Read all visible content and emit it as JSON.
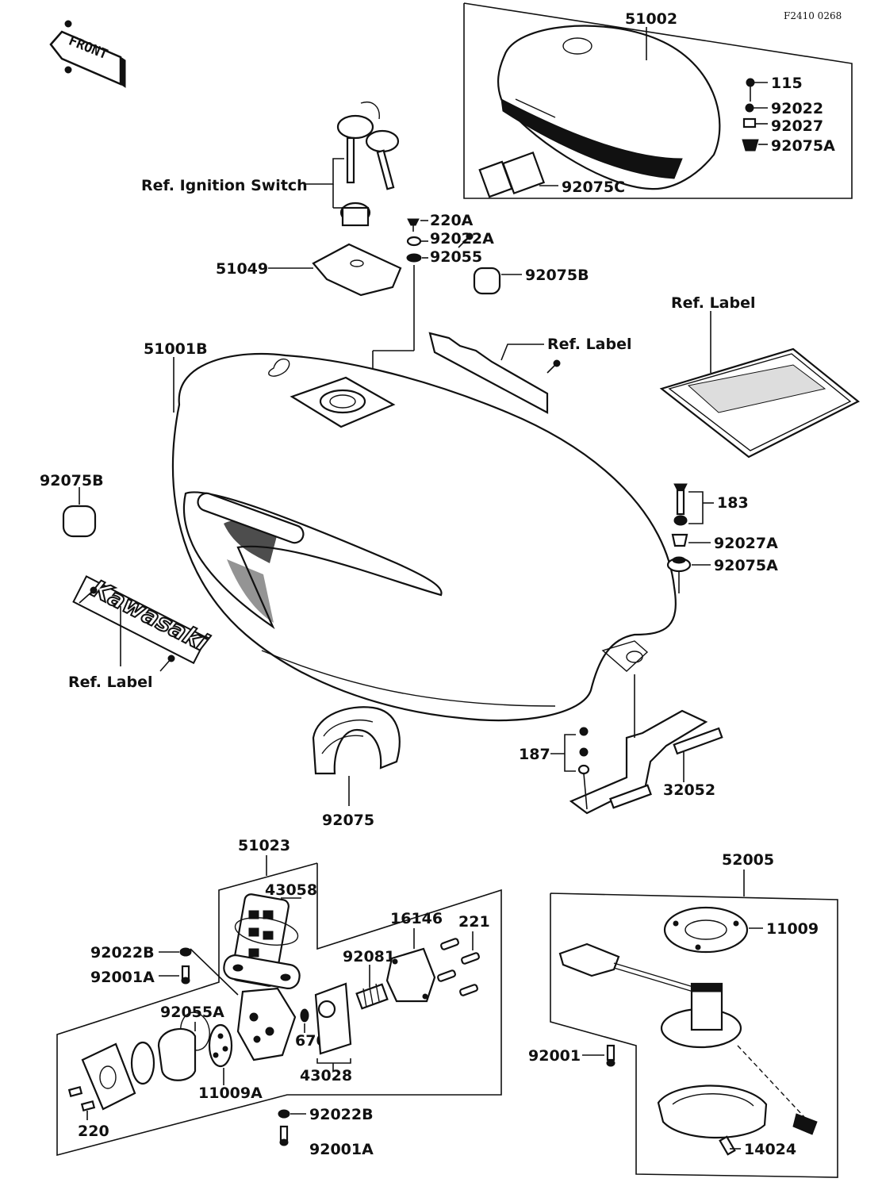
{
  "figure_code": "F2410 0268",
  "front_sign": "FRONT",
  "brand_decal": "Kawasaki",
  "labels": {
    "p51002": "51002",
    "p115": "115",
    "p92022": "92022",
    "p92027": "92027",
    "p92075A_top": "92075A",
    "p92075C": "92075C",
    "ref_ignition": "Ref. Ignition Switch",
    "p220A": "220A",
    "p92022A": "92022A",
    "p92055": "92055",
    "p51049": "51049",
    "p92075B_top": "92075B",
    "ref_label_right": "Ref. Label",
    "ref_label_mid": "Ref. Label",
    "p51001B": "51001B",
    "p92075B_left": "92075B",
    "p183": "183",
    "p92027A": "92027A",
    "p92075A_mid": "92075A",
    "ref_label_left": "Ref. Label",
    "p187": "187",
    "p32052": "32052",
    "p92075": "92075",
    "p51023": "51023",
    "p43058": "43058",
    "p16146": "16146",
    "p221": "221",
    "p92022B_a": "92022B",
    "p92001A_a": "92001A",
    "p92081": "92081",
    "p92055A": "92055A",
    "p670": "670",
    "p43028": "43028",
    "p11009A": "11009A",
    "p220": "220",
    "p92022B_b": "92022B",
    "p92001A_b": "92001A",
    "p52005": "52005",
    "p11009": "11009",
    "p92001": "92001",
    "p14024": "14024"
  }
}
